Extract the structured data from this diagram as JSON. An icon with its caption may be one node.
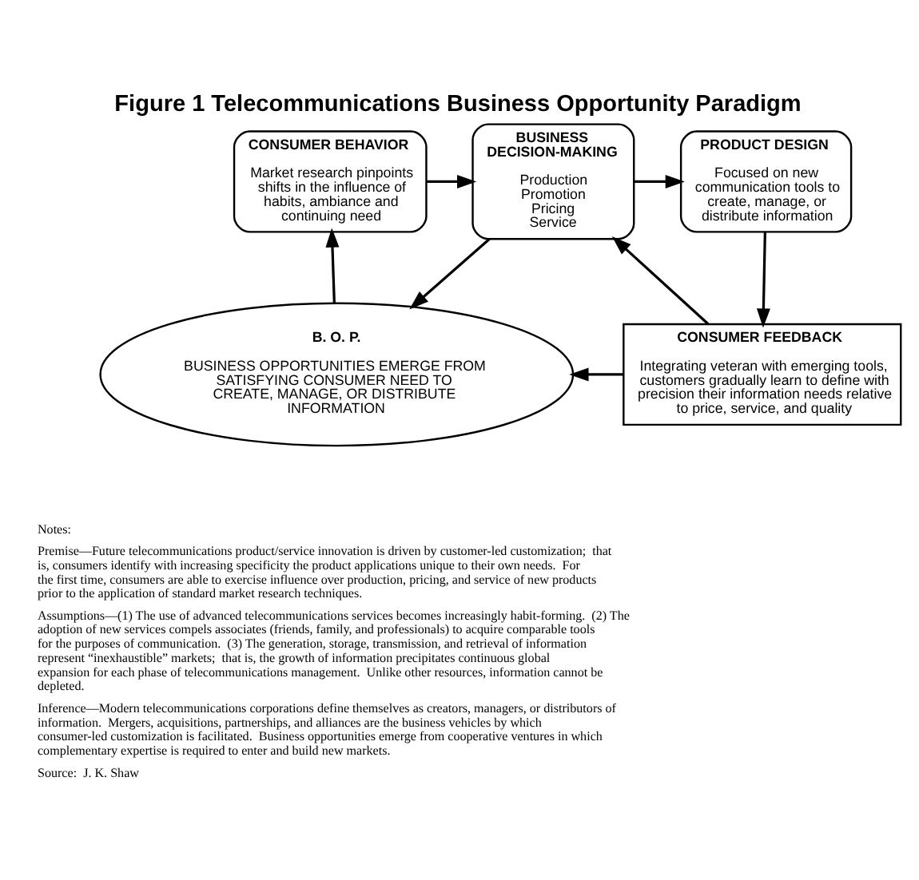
{
  "diagram": {
    "title": "Figure 1 Telecommunications Business Opportunity Paradigm",
    "nodes": [
      {
        "text": [
          "CONSUMER BEHAVIOR",
          "Market research pinpoints shifts in the influence of habits, ambiance and continuing need"
        ]
      },
      {
        "text": [
          "BUSINESS DECISION-MAKING",
          "Production Promotion Pricing Service"
        ]
      },
      {
        "text": [
          "PRODUCT DESIGN",
          "Focused on new communication tools to create, manage, or distribute information"
        ]
      },
      {
        "text": [
          "B. O. P.",
          "BUSINESS OPPORTUNITIES EMERGE FROM SATISFYING CONSUMER NEED TO CREATE, MANAGE, OR DISTRIBUTE INFORMATION"
        ]
      },
      {
        "text": [
          "CONSUMER FEEDBACK",
          "Integrating veteran with emerging tools, customers gradually learn to define with precision their information needs relative to price, service, and quality"
        ]
      }
    ],
    "edges": [
      {
        "from": 0,
        "to": 1,
        "arrow": "to"
      },
      {
        "from": 1,
        "to": 2,
        "arrow": "to"
      },
      {
        "from": 2,
        "to": 4,
        "arrow": "to"
      },
      {
        "from": 4,
        "to": 3,
        "arrow": "to"
      },
      {
        "from": 3,
        "to": 0,
        "arrow": "to"
      },
      {
        "from": 1,
        "to": 3,
        "arrow": "to"
      },
      {
        "from": 4,
        "to": 1,
        "arrow": "to"
      }
    ],
    "labels": [
      "Notes:",
      "Premise—Future telecommunications product/service innovation is driven by customer-led customization;  that is, consumers identify with increasing specificity the product applications unique to their own needs.  For the first time, consumers are able to exercise influence over production, pricing, and service of new products prior to the application of standard market research techniques.",
      "Assumptions—(1) The use of advanced telecommunications services becomes increasingly habit-forming.  (2) The adoption of new services compels associates (friends, family, and professionals) to acquire comparable tools for the purposes of communication.  (3) The generation, storage, transmission, and retrieval of information represent “inexhaustible” markets;  that is, the growth of information precipitates continuous global expansion for each phase of telecommunications management.  Unlike other resources, information cannot be depleted.",
      "Inference—Modern telecommunications corporations define themselves as creators, managers, or distributors of information.  Mergers, acquisitions, partnerships, and alliances are the business vehicles by which consumer-led customization is facilitated.  Business opportunities emerge from cooperative ventures in which complementary expertise is required to enter and build new markets.",
      "Source:  J. K. Shaw"
    ]
  }
}
